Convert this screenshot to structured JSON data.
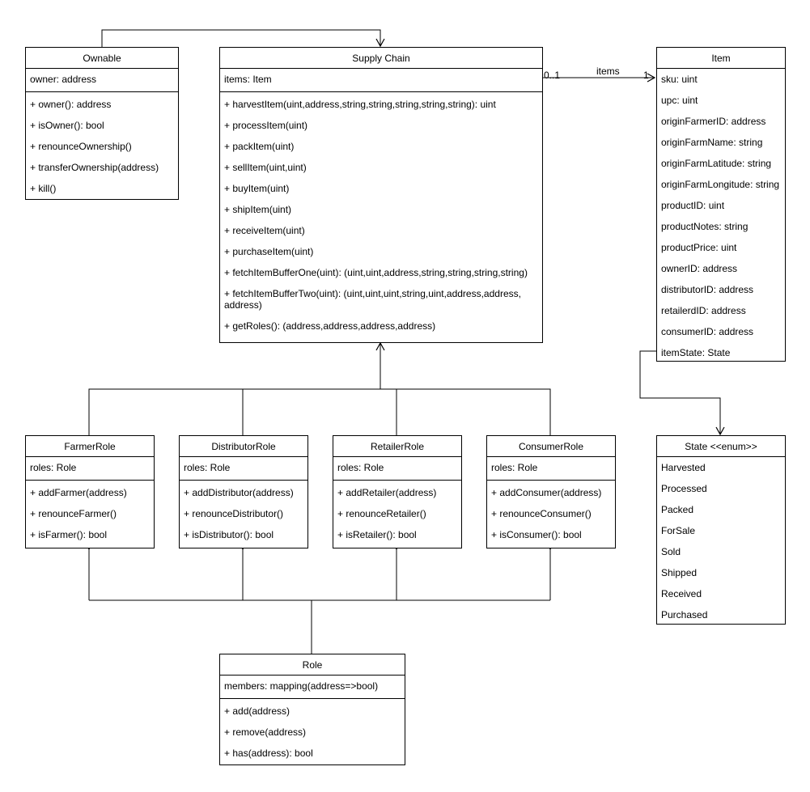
{
  "diagram": {
    "ownable": {
      "name": "Ownable",
      "attributes": [
        "owner: address"
      ],
      "operations": [
        "+ owner(): address",
        "+ isOwner(): bool",
        "+ renounceOwnership()",
        "+ transferOwnership(address)",
        "+ kill()"
      ]
    },
    "supply_chain": {
      "name": "Supply Chain",
      "attributes": [
        "items: Item"
      ],
      "operations": [
        "+ harvestItem(uint,address,string,string,string,string,string): uint",
        "+ processItem(uint)",
        "+ packItem(uint)",
        "+ sellItem(uint,uint)",
        "+ buyItem(uint)",
        "+ shipItem(uint)",
        "+ receiveItem(uint)",
        "+ purchaseItem(uint)",
        "+ fetchItemBufferOne(uint): (uint,uint,address,string,string,string,string)",
        "+ fetchItemBufferTwo(uint): (uint,uint,uint,string,uint,address,address, address)",
        "+ getRoles(): (address,address,address,address)"
      ]
    },
    "item": {
      "name": "Item",
      "attributes": [
        "sku: uint",
        "upc: uint",
        "originFarmerID: address",
        "originFarmName: string",
        "originFarmLatitude: string",
        "originFarmLongitude: string",
        "productID: uint",
        "productNotes: string",
        "productPrice: uint",
        "ownerID: address",
        "distributorID: address",
        "retailerdID: address",
        "consumerID: address",
        "itemState: State"
      ]
    },
    "state": {
      "name": "State <<enum>>",
      "attributes": [
        "Harvested",
        "Processed",
        "Packed",
        "ForSale",
        "Sold",
        "Shipped",
        "Received",
        "Purchased"
      ]
    },
    "farmer_role": {
      "name": "FarmerRole",
      "attributes": [
        "roles: Role"
      ],
      "operations": [
        "+ addFarmer(address)",
        "+ renounceFarmer()",
        "+ isFarmer(): bool"
      ]
    },
    "distributor_role": {
      "name": "DistributorRole",
      "attributes": [
        "roles: Role"
      ],
      "operations": [
        "+ addDistributor(address)",
        "+ renounceDistributor()",
        "+ isDistributor(): bool"
      ]
    },
    "retailer_role": {
      "name": "RetailerRole",
      "attributes": [
        "roles: Role"
      ],
      "operations": [
        "+ addRetailer(address)",
        "+ renounceRetailer()",
        "+ isRetailer(): bool"
      ]
    },
    "consumer_role": {
      "name": "ConsumerRole",
      "attributes": [
        "roles: Role"
      ],
      "operations": [
        "+ addConsumer(address)",
        "+ renounceConsumer()",
        "+ isConsumer(): bool"
      ]
    },
    "role": {
      "name": "Role",
      "attributes": [
        "members: mapping(address=>bool)"
      ],
      "operations": [
        "+ add(address)",
        "+ remove(address)",
        "+ has(address): bool"
      ]
    },
    "association": {
      "label": "items",
      "source_multiplicity": "0..1",
      "target_multiplicity": "1"
    }
  }
}
